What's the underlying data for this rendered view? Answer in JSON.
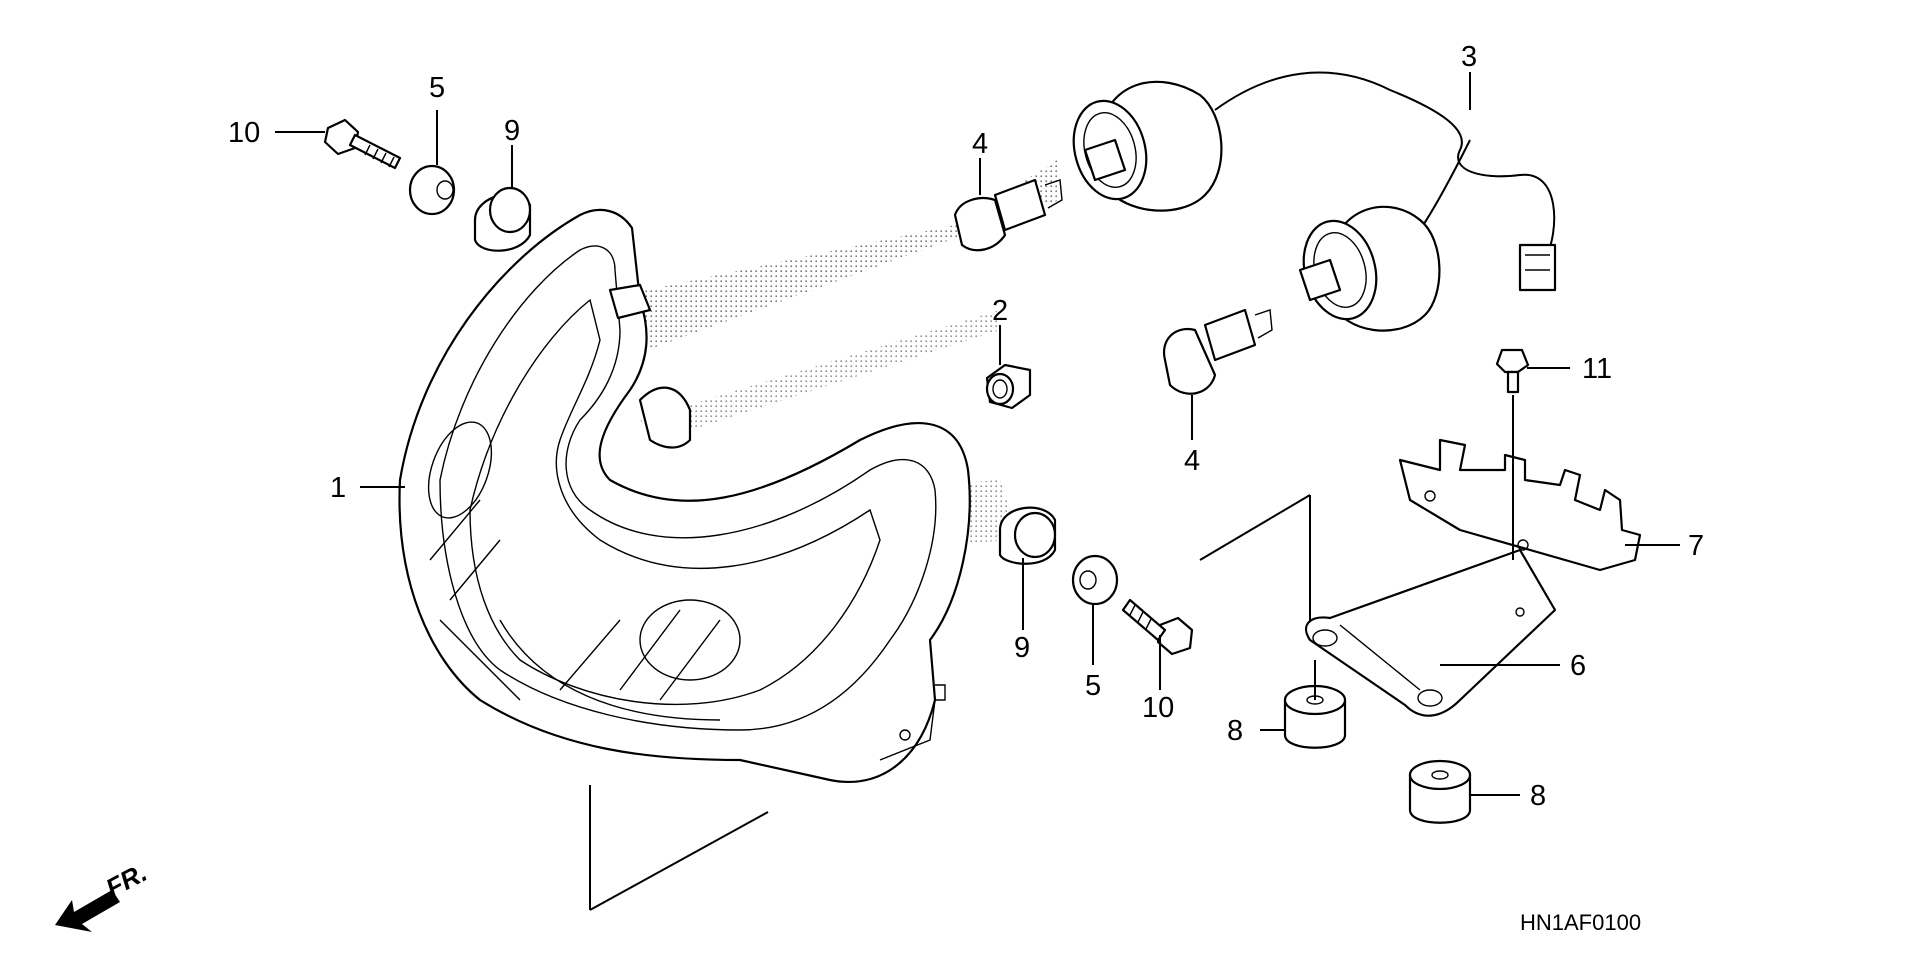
{
  "diagram": {
    "drawing_code": "HN1AF0100",
    "front_marker": "FR.",
    "callouts": {
      "c1": "1",
      "c2": "2",
      "c3": "3",
      "c4a": "4",
      "c4b": "4",
      "c5a": "5",
      "c5b": "5",
      "c6": "6",
      "c7": "7",
      "c8a": "8",
      "c8b": "8",
      "c9a": "9",
      "c9b": "9",
      "c10a": "10",
      "c10b": "10",
      "c11": "11"
    }
  }
}
